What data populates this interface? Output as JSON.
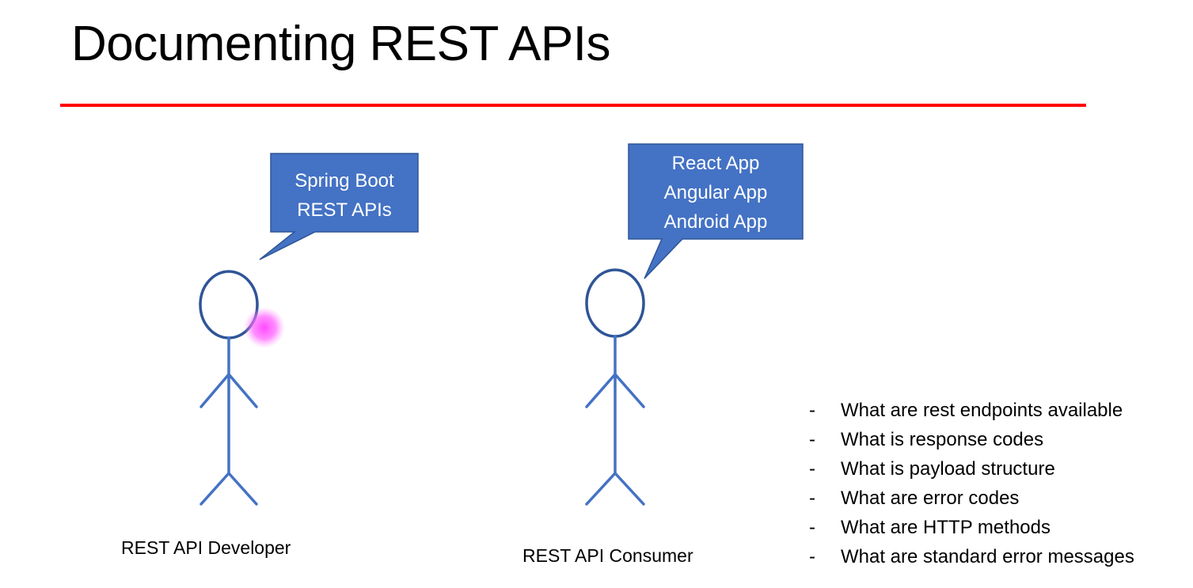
{
  "slide": {
    "title": "Documenting REST APIs"
  },
  "colors": {
    "rule": "#ff0000",
    "bubble_fill": "#4472c4",
    "bubble_border": "#2f5597",
    "figure_head": "#2f5597",
    "figure_body": "#4472c4",
    "pointer_highlight": "#ff40ff"
  },
  "developer": {
    "bubble_lines": [
      "Spring Boot",
      "REST APIs"
    ],
    "label": "REST API Developer"
  },
  "consumer": {
    "bubble_lines": [
      "React App",
      "Angular App",
      "Android App"
    ],
    "label": "REST API Consumer"
  },
  "checklist": {
    "marker": "-",
    "items": [
      "What are rest endpoints available",
      "What is response codes",
      "What is payload structure",
      "What are error codes",
      "What are HTTP methods",
      "What are standard error messages"
    ]
  }
}
